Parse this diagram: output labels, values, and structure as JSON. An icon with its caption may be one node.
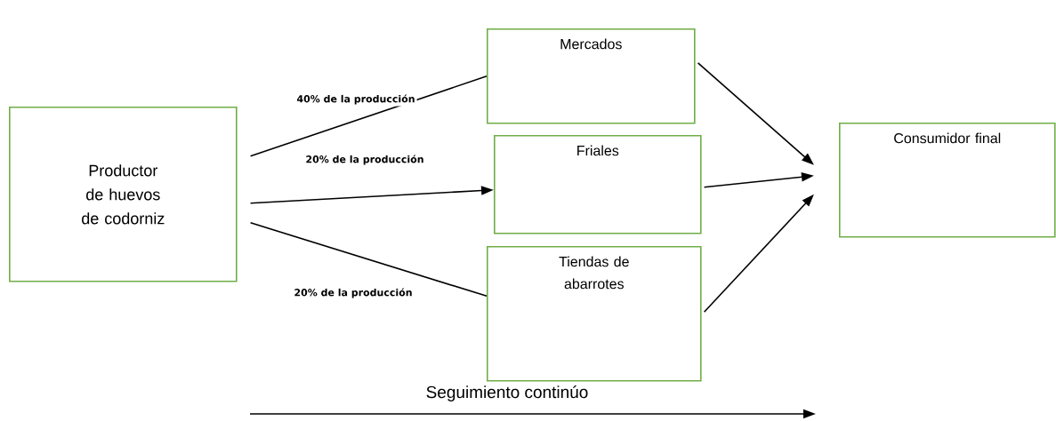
{
  "diagram": {
    "nodes": [
      {
        "text": [
          "Productor de huevos de codorniz"
        ]
      },
      {
        "text": [
          "Mercados"
        ]
      },
      {
        "text": [
          "Friales"
        ]
      },
      {
        "text": [
          "Tiendas de abarrotes"
        ]
      },
      {
        "text": [
          "Consumidor final"
        ]
      }
    ],
    "edges": [
      {
        "from": 0,
        "to": 1,
        "arrow": "none",
        "label": "40% de la producción"
      },
      {
        "from": 0,
        "to": 2,
        "arrow": "to",
        "label": "20% de la producción"
      },
      {
        "from": 0,
        "to": 3,
        "arrow": "none",
        "label": "20% de la producción"
      },
      {
        "from": 1,
        "to": 4,
        "arrow": "to"
      },
      {
        "from": 2,
        "to": 4,
        "arrow": "to"
      },
      {
        "from": 3,
        "to": 4,
        "arrow": "to"
      }
    ],
    "labels": [
      "Seguimiento continúo"
    ]
  }
}
